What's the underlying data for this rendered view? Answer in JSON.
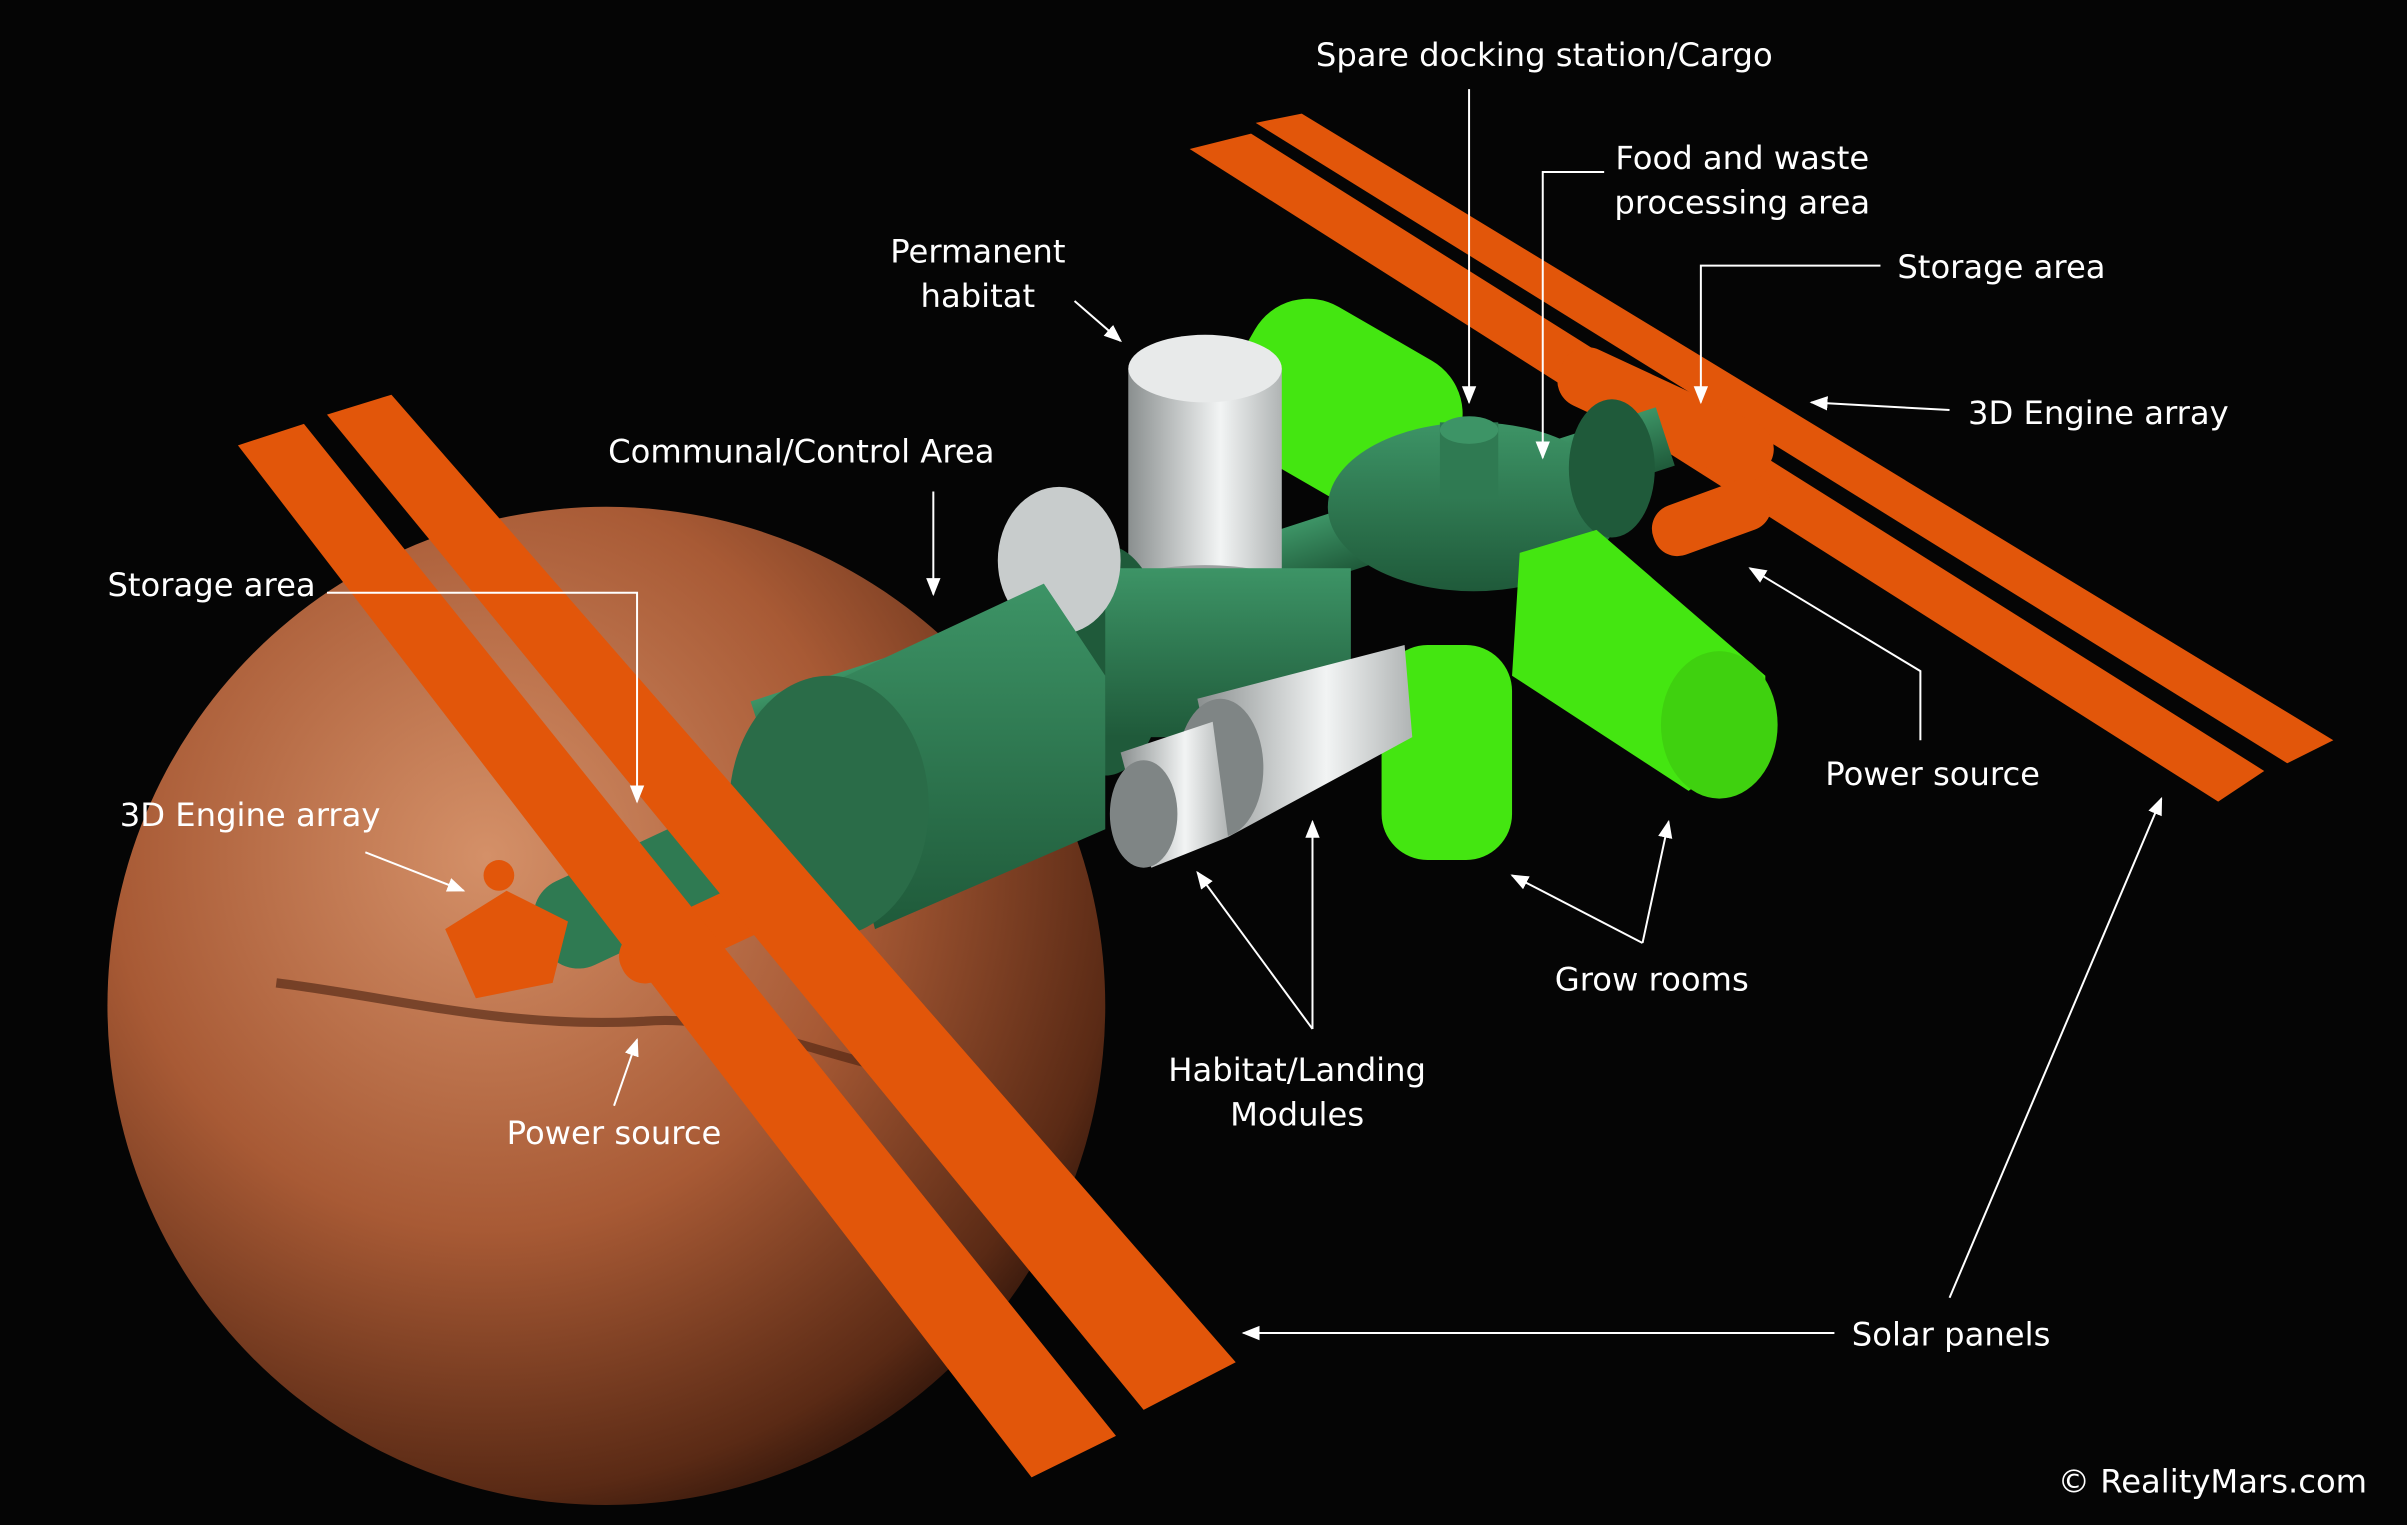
{
  "labels": {
    "spare_docking": "Spare docking station/Cargo",
    "food_waste_1": "Food and waste",
    "food_waste_2": "processing area",
    "permanent_1": "Permanent",
    "permanent_2": "habitat",
    "storage_right": "Storage area",
    "engine_right": "3D Engine array",
    "communal": "Communal/Control Area",
    "storage_left": "Storage area",
    "engine_left": "3D Engine array",
    "power_right": "Power source",
    "grow_rooms": "Grow rooms",
    "habitat_landing_1": "Habitat/Landing",
    "habitat_landing_2": "Modules",
    "power_left": "Power source",
    "solar_panels": "Solar panels"
  },
  "copyright": "© RealityMars.com",
  "colors": {
    "background": "#050505",
    "solar_panel": "#e2560a",
    "module_green": "#2f7a52",
    "grow_room_green": "#44e611",
    "habitat_gray": "#c8cccc",
    "mars": "#b5623a"
  }
}
